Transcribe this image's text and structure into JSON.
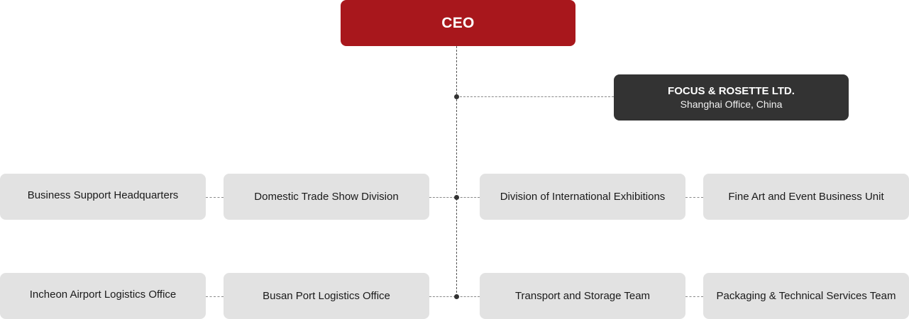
{
  "ceo": {
    "label": "CEO"
  },
  "subsidiary": {
    "name": "FOCUS & ROSETTE LTD.",
    "location": "Shanghai Office, China"
  },
  "units": {
    "row1": {
      "far_left": "Business Support Headquarters",
      "left": "Domestic Trade Show Division",
      "right": "Division of International Exhibitions",
      "far_right": "Fine Art and Event Business Unit"
    },
    "row2": {
      "far_left": "Incheon Airport Logistics Office",
      "left": "Busan Port Logistics Office",
      "right": "Transport and Storage Team",
      "far_right": "Packaging & Technical Services Team"
    }
  },
  "colors": {
    "ceo_box": "#a8171c",
    "subsidiary_box": "#333333",
    "unit_box": "#e2e2e2",
    "connector": "#555555"
  }
}
